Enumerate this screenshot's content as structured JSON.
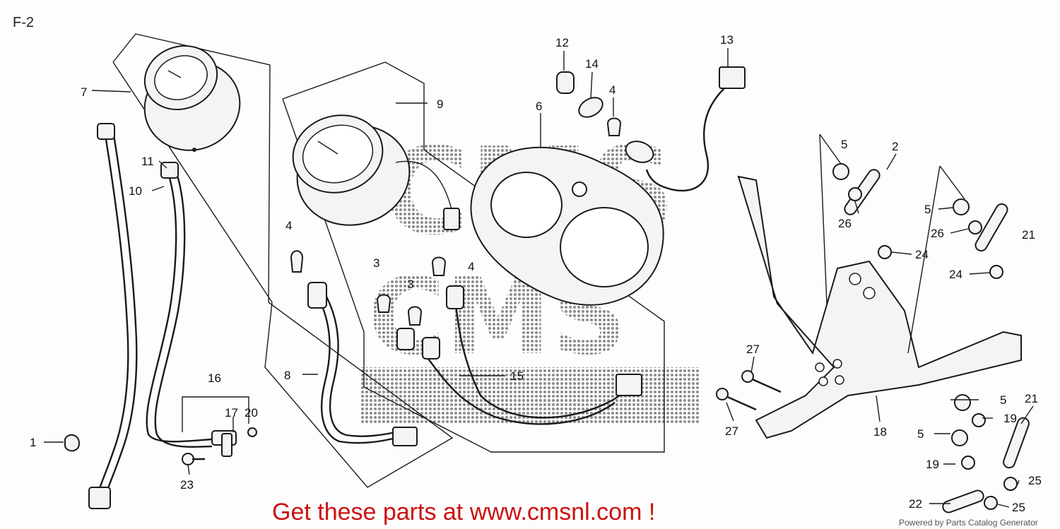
{
  "page_code": "F-2",
  "callouts": [
    {
      "id": "c1",
      "text": "1"
    },
    {
      "id": "c2",
      "text": "2"
    },
    {
      "id": "c3a",
      "text": "3"
    },
    {
      "id": "c3b",
      "text": "3"
    },
    {
      "id": "c4a",
      "text": "4"
    },
    {
      "id": "c4b",
      "text": "4"
    },
    {
      "id": "c4c",
      "text": "4"
    },
    {
      "id": "c5a",
      "text": "5"
    },
    {
      "id": "c5b",
      "text": "5"
    },
    {
      "id": "c5c",
      "text": "5"
    },
    {
      "id": "c5d",
      "text": "5"
    },
    {
      "id": "c6",
      "text": "6"
    },
    {
      "id": "c7",
      "text": "7"
    },
    {
      "id": "c8",
      "text": "8"
    },
    {
      "id": "c9",
      "text": "9"
    },
    {
      "id": "c10",
      "text": "10"
    },
    {
      "id": "c11",
      "text": "11"
    },
    {
      "id": "c12",
      "text": "12"
    },
    {
      "id": "c13",
      "text": "13"
    },
    {
      "id": "c14",
      "text": "14"
    },
    {
      "id": "c15",
      "text": "15"
    },
    {
      "id": "c16",
      "text": "16"
    },
    {
      "id": "c17",
      "text": "17"
    },
    {
      "id": "c18",
      "text": "18"
    },
    {
      "id": "c19a",
      "text": "19"
    },
    {
      "id": "c19b",
      "text": "19"
    },
    {
      "id": "c20",
      "text": "20"
    },
    {
      "id": "c21a",
      "text": "21"
    },
    {
      "id": "c21b",
      "text": "21"
    },
    {
      "id": "c22",
      "text": "22"
    },
    {
      "id": "c23",
      "text": "23"
    },
    {
      "id": "c24a",
      "text": "24"
    },
    {
      "id": "c24b",
      "text": "24"
    },
    {
      "id": "c25a",
      "text": "25"
    },
    {
      "id": "c25b",
      "text": "25"
    },
    {
      "id": "c26a",
      "text": "26"
    },
    {
      "id": "c26b",
      "text": "26"
    },
    {
      "id": "c27a",
      "text": "27"
    },
    {
      "id": "c27b",
      "text": "27"
    }
  ],
  "watermark": {
    "line1": "CMS",
    "line2": "CMS"
  },
  "promo_text": "Get these parts at www.cmsnl.com !",
  "credit_text": "Powered by Parts Catalog Generator",
  "colors": {
    "promo": "#cc1111",
    "ink": "#1a1a1a",
    "watermark": "#8a8a8a"
  }
}
